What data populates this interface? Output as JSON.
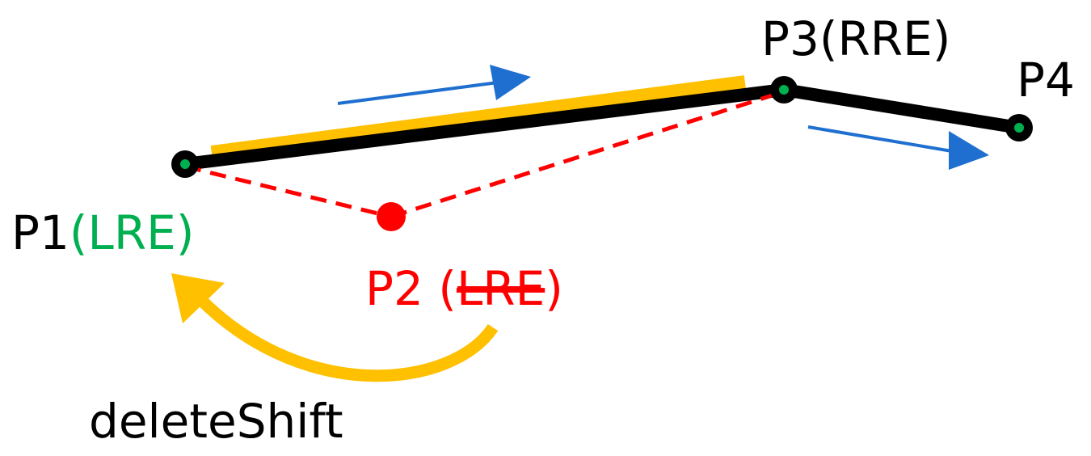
{
  "points": [
    {
      "id": "p1",
      "name": "P1",
      "tag_open": "(",
      "tag": "LRE",
      "tag_close": ")",
      "status": "current"
    },
    {
      "id": "p2",
      "name": "P2 (",
      "tag": "LRE",
      "tag_close": ")",
      "status": "deleted"
    },
    {
      "id": "p3",
      "name": "P3(RRE)",
      "status": "kept"
    },
    {
      "id": "p4",
      "name": "P4",
      "status": "kept"
    }
  ],
  "operation": {
    "label": "deleteShift"
  },
  "colors": {
    "segment": "#000000",
    "highlight": "#FFC000",
    "deleted": "#FF0000",
    "current_tag": "#00B050",
    "direction_arrow": "#1F6FD0",
    "operation_arrow": "#FFC000",
    "vertex_fill": "#00B050",
    "text": "#000000"
  },
  "icons": {
    "direction_arrows": "arrow-right-icon",
    "operation_arrow": "curved-arrow-icon"
  }
}
